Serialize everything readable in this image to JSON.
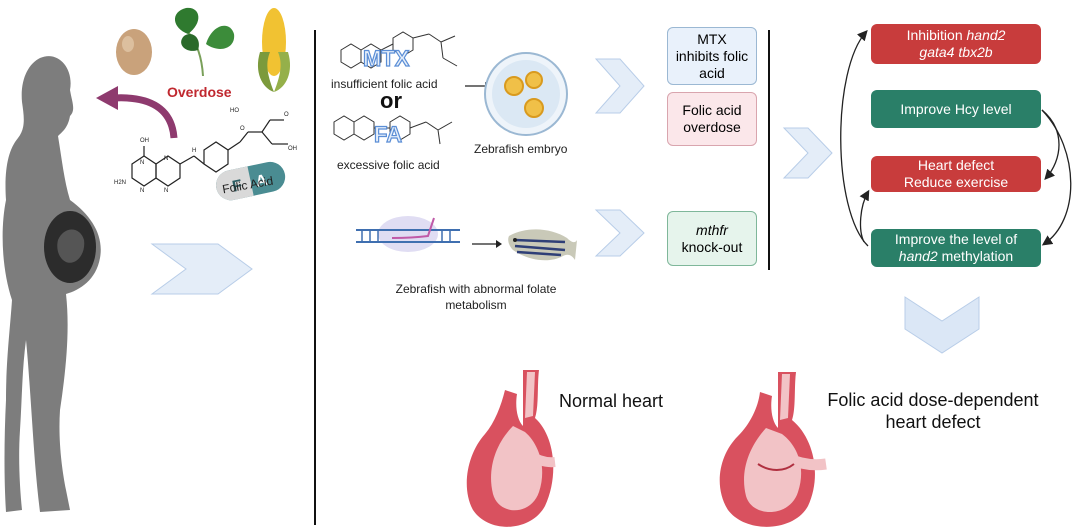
{
  "left": {
    "overdose_label": "Overdose",
    "pill_letters": [
      "F",
      "A"
    ],
    "pill_caption": "Folic Acid",
    "molecule_labels": [
      "OH",
      "O",
      "HO",
      "O",
      "OH",
      "H2N",
      "N",
      "N",
      "N",
      "N",
      "H"
    ]
  },
  "middle": {
    "mtx_logo": "MTX",
    "mtx_caption": "insufficient folic acid",
    "or_label": "or",
    "fa_logo": "FA",
    "fa_caption": "excessive folic acid",
    "petri_caption": "Zebrafish embryo",
    "fish_caption_line1": "Zebrafish with abnormal folate",
    "fish_caption_line2": "metabolism"
  },
  "conditions": {
    "mtx_box": [
      "MTX",
      "inhibits folic",
      "acid"
    ],
    "overdose_box": [
      "Folic acid",
      "overdose"
    ],
    "mthfr_box": [
      "mthfr",
      "knock-out"
    ]
  },
  "right": {
    "box1": {
      "plain": "Inhibition ",
      "italic1": "hand2",
      "italic2": "gata4 tbx2b"
    },
    "box2": "Improve Hcy level",
    "box3": [
      "Heart defect",
      "Reduce exercise"
    ],
    "box4": {
      "line1": "Improve the level of",
      "italic": "hand2",
      "rest": " methylation"
    }
  },
  "bottom": {
    "normal_heart": "Normal heart",
    "defect_line1": "Folic acid dose-dependent",
    "defect_line2": "heart defect"
  },
  "colors": {
    "red_box": "#c83c3c",
    "green_box": "#2a7f68",
    "blue_box_bg": "#e9f1fb",
    "pink_box_bg": "#fbe7ea",
    "green_box_bg": "#e6f4ec",
    "chevron": "#dbe7f6"
  }
}
